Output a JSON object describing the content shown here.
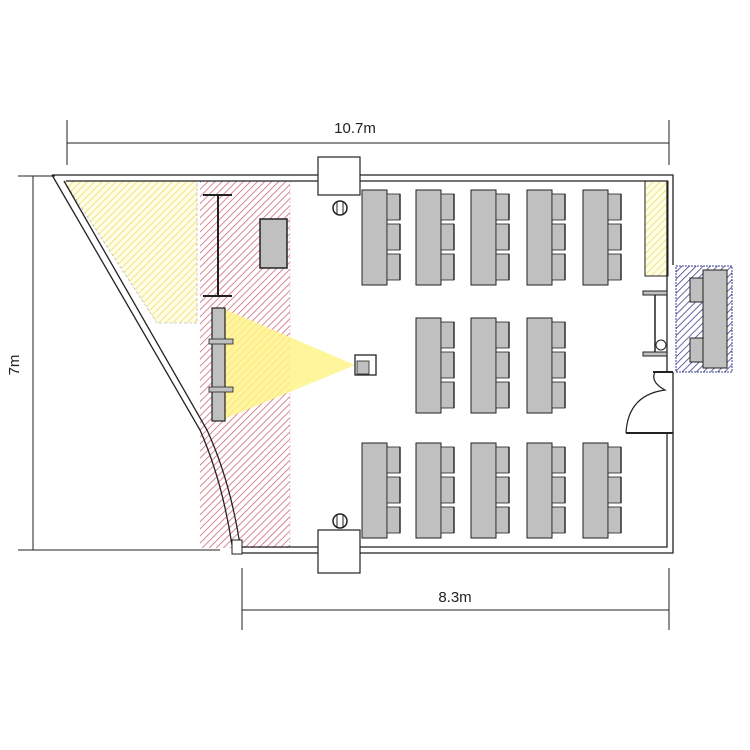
{
  "dimensions": {
    "width_label": "10.7m",
    "height_label": "7m",
    "bottom_label": "8.3m"
  },
  "layout": {
    "top_row_desks": 5,
    "middle_row_desks": 3,
    "bottom_row_desks": 5,
    "chairs_per_desk": 3
  },
  "colors": {
    "desk": "#c0c0c0",
    "yellow_hatch": "#f0e060",
    "red_hatch": "#d06070",
    "blue_hatch": "#303880",
    "projection": "#fff59a"
  }
}
